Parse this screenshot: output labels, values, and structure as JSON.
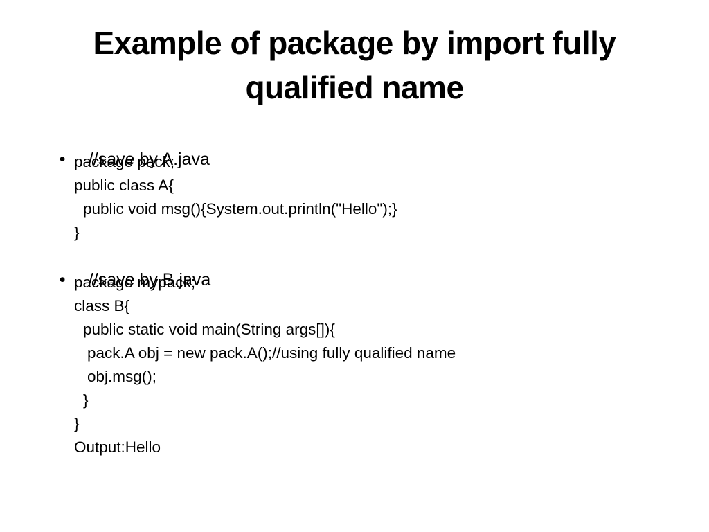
{
  "slide": {
    "title_line1": "Example of package by import fully",
    "title_line2": "qualified name",
    "bullet_char": "•",
    "section_a": {
      "heading": "//save by A.java",
      "lines": [
        "package pack;",
        "public class A{",
        "public void msg(){System.out.println(\"Hello\");}",
        "}"
      ]
    },
    "section_b": {
      "heading": "//save by B.java",
      "lines": [
        "package mypack;",
        "class B{",
        "public static void main(String args[]){",
        "pack.A obj = new pack.A();//using fully qualified name",
        "obj.msg();",
        "}",
        "}",
        "Output:Hello"
      ]
    }
  }
}
